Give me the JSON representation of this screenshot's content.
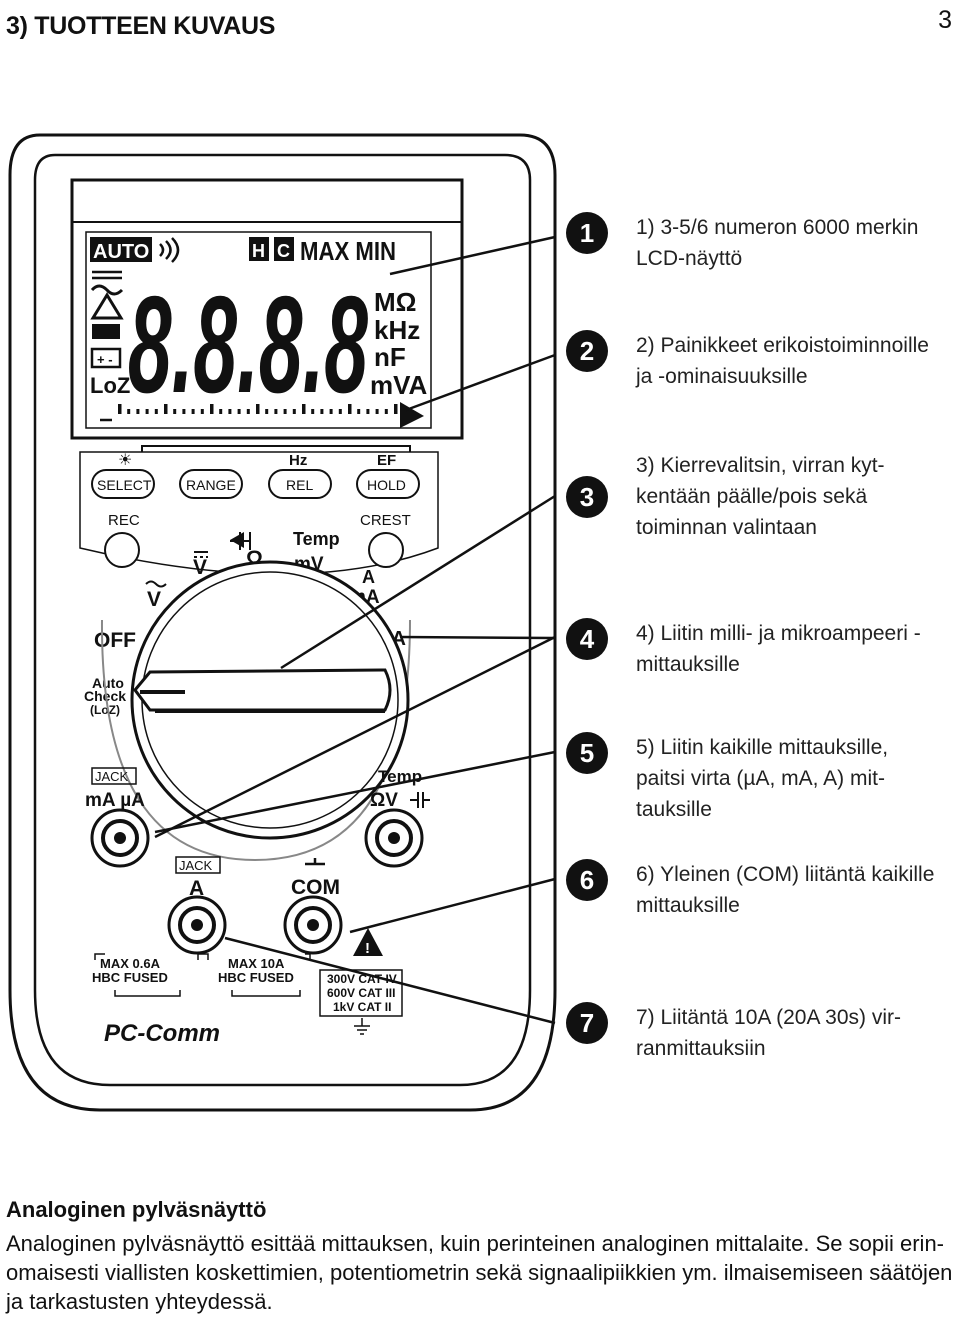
{
  "header": {
    "title": "3) TUOTTEEN KUVAUS",
    "page_number": "3"
  },
  "meter": {
    "lcd": {
      "auto": "AUTO",
      "h": "H",
      "c": "C",
      "maxmin": "MAX MIN",
      "digits": "8.8.8.8",
      "unit_mohm": "MΩ",
      "unit_khz": "kHz",
      "unit_nf": "nF",
      "unit_mva": "mVA",
      "loz": "LoZ"
    },
    "buttons": [
      {
        "top": "☀",
        "label": "SELECT"
      },
      {
        "top": "",
        "label": "RANGE"
      },
      {
        "top": "Hz",
        "label": "REL"
      },
      {
        "top": "EF",
        "label": "HOLD"
      }
    ],
    "rec_label": "REC",
    "crest_label": "CREST",
    "dial": {
      "off": "OFF",
      "auto_check": [
        "Auto",
        "Check",
        "(LoZ)"
      ],
      "v_ac": "V",
      "v_dc": "V",
      "ohm": "Ω",
      "temp": "Temp",
      "mv": "mV",
      "a": "A",
      "ma": "mA",
      "ua": "µA"
    },
    "jack_ma_ua": {
      "tag": "JACK",
      "label": "mA µA"
    },
    "jack_temp": {
      "top": "Temp",
      "label": "ΩV"
    },
    "jack_a": {
      "tag": "JACK",
      "label": "A"
    },
    "jack_com": {
      "label": "COM"
    },
    "fuse_1": [
      "MAX 0.6A",
      "HBC FUSED"
    ],
    "fuse_2": [
      "MAX 10A",
      "HBC FUSED"
    ],
    "cat": [
      "300V CAT IV",
      "600V CAT III",
      "1kV CAT II"
    ],
    "brand": "PC-Comm"
  },
  "callouts": [
    {
      "number": "1",
      "lines": [
        "1) 3-5/6 numeron 6000 merkin",
        "LCD-näyttö"
      ]
    },
    {
      "number": "2",
      "lines": [
        "2) Painikkeet erikoistoiminnoille",
        "ja -ominaisuuksille"
      ]
    },
    {
      "number": "3",
      "lines": [
        "3) Kierrevalitsin, virran kyt-",
        "kentään päälle/pois sekä",
        "toiminnan valintaan"
      ]
    },
    {
      "number": "4",
      "lines": [
        "4) Liitin milli- ja mikroampeeri -",
        "mittauksille"
      ]
    },
    {
      "number": "5",
      "lines": [
        "5) Liitin kaikille mittauksille,",
        "paitsi virta (µA, mA, A) mit-",
        "tauksille"
      ]
    },
    {
      "number": "6",
      "lines": [
        "6) Yleinen (COM) liitäntä kaikille",
        "mittauksille"
      ]
    },
    {
      "number": "7",
      "lines": [
        "7) Liitäntä 10A (20A 30s) vir-",
        "ranmittauksiin"
      ]
    }
  ],
  "section": {
    "title": "Analoginen pylväsnäyttö",
    "paragraph": [
      "Analoginen pylväsnäyttö esittää mittauksen, kuin perinteinen analoginen mittalaite. Se sopii erin-",
      "omaisesti viallisten koskettimien, potentiometrin sekä signaalipiikkien ym. ilmaisemiseen säätöjen",
      "ja tarkastusten yhteydessä."
    ]
  }
}
